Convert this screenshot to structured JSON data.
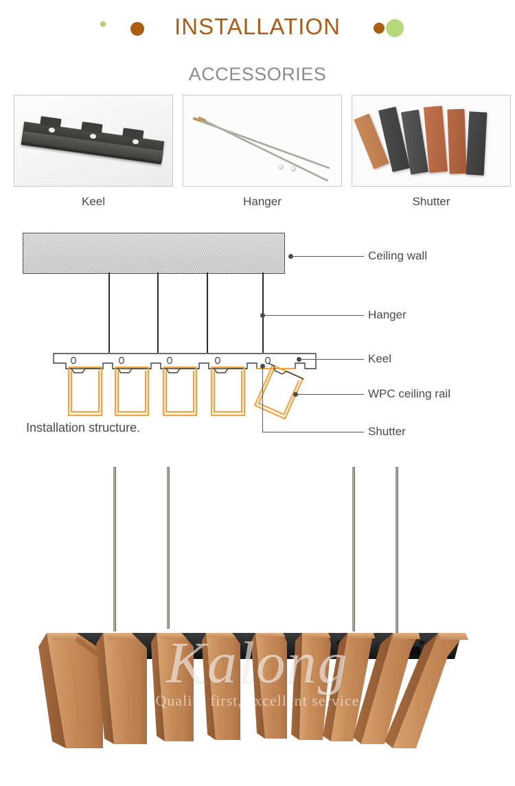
{
  "header": {
    "title": "INSTALLATION",
    "title_color": "#A85D12",
    "dots": [
      {
        "name": "dot-green-small",
        "color": "#A9D16B"
      },
      {
        "name": "dot-brown-large",
        "color": "#A85D12"
      },
      {
        "name": "dot-brown-small",
        "color": "#A85D12"
      },
      {
        "name": "dot-green-large",
        "color": "#B5D878"
      }
    ]
  },
  "accessories": {
    "section_title": "ACCESSORIES",
    "items": [
      {
        "label": "Keel",
        "image": "keel-metal-channel-photo"
      },
      {
        "label": "Hanger",
        "image": "hanger-rods-photo"
      },
      {
        "label": "Shutter",
        "image": "shutter-planks-photo"
      }
    ]
  },
  "diagram": {
    "caption": "Installation structure.",
    "labels": [
      {
        "text": "Ceiling wall"
      },
      {
        "text": "Hanger"
      },
      {
        "text": "Keel"
      },
      {
        "text": "WPC ceiling rail"
      },
      {
        "text": "Shutter"
      }
    ],
    "rail_color": "#F0A33C",
    "wall_color": "#D0D0D0",
    "line_color": "#5a5a5a"
  },
  "product_photo": {
    "watermark": "Kalong",
    "watermark_tagline": "Quality first, excellent service",
    "slat_color": "#C68C55",
    "keel_color": "#2a2a2a"
  }
}
